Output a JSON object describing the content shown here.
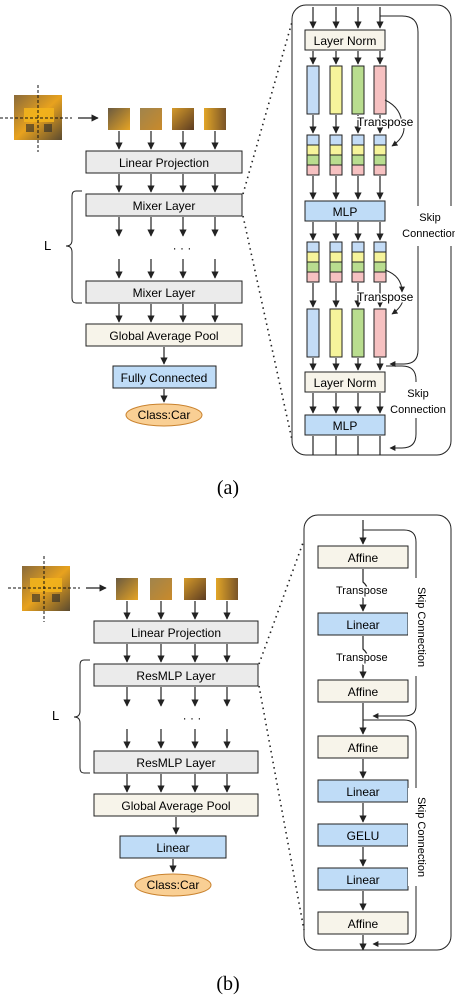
{
  "colors": {
    "gray_box": "#ebebeb",
    "cream_box": "#f7f4ea",
    "blue_box": "#bfdcf7",
    "orange_ellipse": "#f9cf94",
    "token_blue": "#c4dcf6",
    "token_yellow": "#f6f49b",
    "token_green": "#b9dd8f",
    "token_pink": "#f6c1c1",
    "stroke": "#222222"
  },
  "panel_a": {
    "caption": "(a)",
    "linear_projection": "Linear Projection",
    "mixer_layer_top": "Mixer Layer",
    "mixer_layer_bottom": "Mixer Layer",
    "repeat_label": "L",
    "ellipsis": "· · ·",
    "global_average_pool": "Global Average Pool",
    "fully_connected": "Fully Connected",
    "class_output": "Class:Car",
    "detail": {
      "layer_norm_top": "Layer Norm",
      "transpose_top": "Transpose",
      "mlp_top": "MLP",
      "transpose_bottom": "Transpose",
      "layer_norm_bottom": "Layer Norm",
      "mlp_bottom": "MLP",
      "skip_connection_top": [
        "Skip",
        "Connection"
      ],
      "skip_connection_bottom": [
        "Skip",
        "Connection"
      ]
    }
  },
  "panel_b": {
    "caption": "(b)",
    "linear_projection": "Linear Projection",
    "resmlp_layer_top": "ResMLP Layer",
    "resmlp_layer_bottom": "ResMLP Layer",
    "repeat_label": "L",
    "ellipsis": "· · ·",
    "global_average_pool": "Global Average Pool",
    "linear": "Linear",
    "class_output": "Class:Car",
    "detail": {
      "affine_1": "Affine",
      "transpose_1": "Transpose",
      "linear_1": "Linear",
      "transpose_2": "Transpose",
      "affine_2": "Affine",
      "affine_3": "Affine",
      "linear_2": "Linear",
      "gelu": "GELU",
      "linear_3": "Linear",
      "affine_4": "Affine",
      "skip_connection_top": "Skip Connection",
      "skip_connection_bottom": "Skip Connection"
    }
  }
}
